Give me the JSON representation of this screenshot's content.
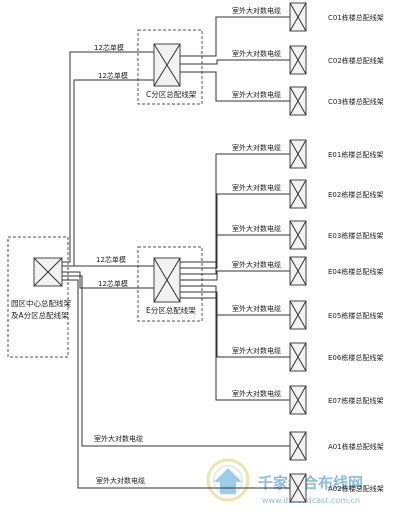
{
  "center": {
    "line1": "园区中心总配线架",
    "line2": "及A分区总配线架"
  },
  "zone_c": {
    "label": "C分区总配线架",
    "feed_top": "12芯单模",
    "feed_bottom": "12芯单模",
    "buildings": [
      {
        "cable": "室外大对数电缆",
        "frame": "C01栋楼总配线架"
      },
      {
        "cable": "室外大对数电缆",
        "frame": "C02栋楼总配线架"
      },
      {
        "cable": "室外大对数电缆",
        "frame": "C03栋楼总配线架"
      }
    ]
  },
  "zone_e": {
    "label": "E分区总配线架",
    "feed_top": "12芯单模",
    "feed_bottom": "12芯单模",
    "buildings": [
      {
        "cable": "室外大对数电缆",
        "frame": "E01栋楼总配线架"
      },
      {
        "cable": "室外大对数电缆",
        "frame": "E02栋楼总配线架"
      },
      {
        "cable": "室外大对数电缆",
        "frame": "E03栋楼总配线架"
      },
      {
        "cable": "室外大对数电缆",
        "frame": "E04栋楼总配线架"
      },
      {
        "cable": "室外大对数电缆",
        "frame": "E05栋楼总配线架"
      },
      {
        "cable": "室外大对数电缆",
        "frame": "E06栋楼总配线架"
      },
      {
        "cable": "室外大对数电缆",
        "frame": "E07栋楼总配线架"
      }
    ]
  },
  "direct": [
    {
      "cable": "室外大对数电缆",
      "frame": "A01栋楼总配线架"
    },
    {
      "cable": "室外大对数电缆",
      "frame": "A02栋楼总配线架"
    }
  ],
  "watermark": {
    "brand": "千家综合布线网",
    "url": "www.itbroadcast.com.cn"
  }
}
